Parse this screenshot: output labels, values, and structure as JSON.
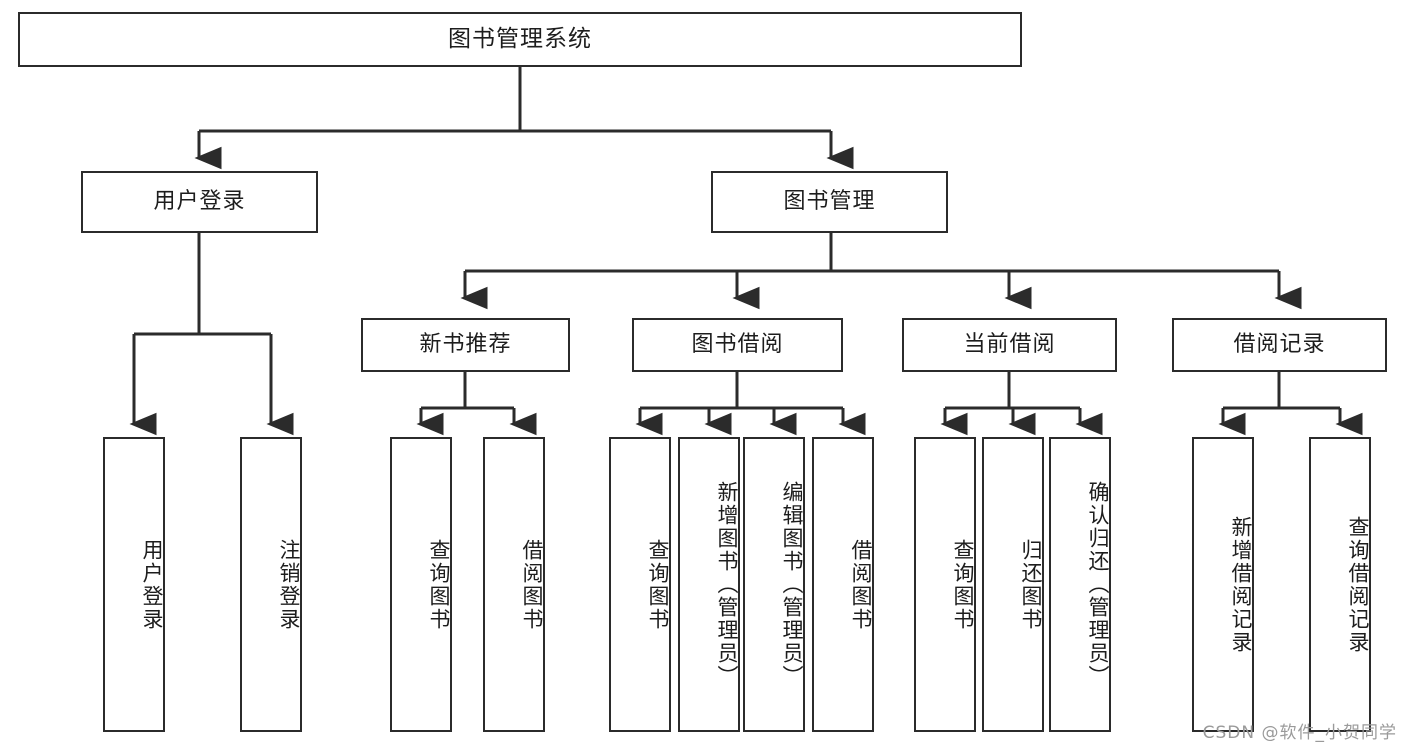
{
  "diagram": {
    "title": "图书管理系统",
    "watermark": "CSDN @软件_小贺同学",
    "colors": {
      "box_border": "#2b2b2b",
      "box_fill": "#ffffff",
      "edge": "#2b2b2b",
      "text": "#1d1d1d",
      "watermark": "#9a9a9a",
      "background": "#ffffff"
    },
    "nodes": {
      "root": {
        "label": "图书管理系统"
      },
      "level2": [
        {
          "id": "user-login",
          "label": "用户登录"
        },
        {
          "id": "book-manage",
          "label": "图书管理"
        }
      ],
      "level3": [
        {
          "id": "new-book-rec",
          "label": "新书推荐"
        },
        {
          "id": "book-borrow",
          "label": "图书借阅"
        },
        {
          "id": "current-borrow",
          "label": "当前借阅"
        },
        {
          "id": "borrow-record",
          "label": "借阅记录"
        }
      ],
      "leaves": {
        "user_login": [
          {
            "id": "leaf-user-login",
            "label": "用户登录"
          },
          {
            "id": "leaf-logout-login",
            "label": "注销登录"
          }
        ],
        "new_book_rec": [
          {
            "id": "leaf-query-book-1",
            "label": "查询图书"
          },
          {
            "id": "leaf-borrow-book-1",
            "label": "借阅图书"
          }
        ],
        "book_borrow": [
          {
            "id": "leaf-query-book-2",
            "label": "查询图书"
          },
          {
            "id": "leaf-add-book",
            "label": "新增图书（管理员）"
          },
          {
            "id": "leaf-edit-book",
            "label": "编辑图书（管理员）"
          },
          {
            "id": "leaf-borrow-book-2",
            "label": "借阅图书"
          }
        ],
        "current_borrow": [
          {
            "id": "leaf-query-book-3",
            "label": "查询图书"
          },
          {
            "id": "leaf-return-book",
            "label": "归还图书"
          },
          {
            "id": "leaf-confirm-return",
            "label": "确认归还（管理员）"
          }
        ],
        "borrow_record": [
          {
            "id": "leaf-add-record",
            "label": "新增借阅记录"
          },
          {
            "id": "leaf-query-record",
            "label": "查询借阅记录"
          }
        ]
      }
    }
  }
}
